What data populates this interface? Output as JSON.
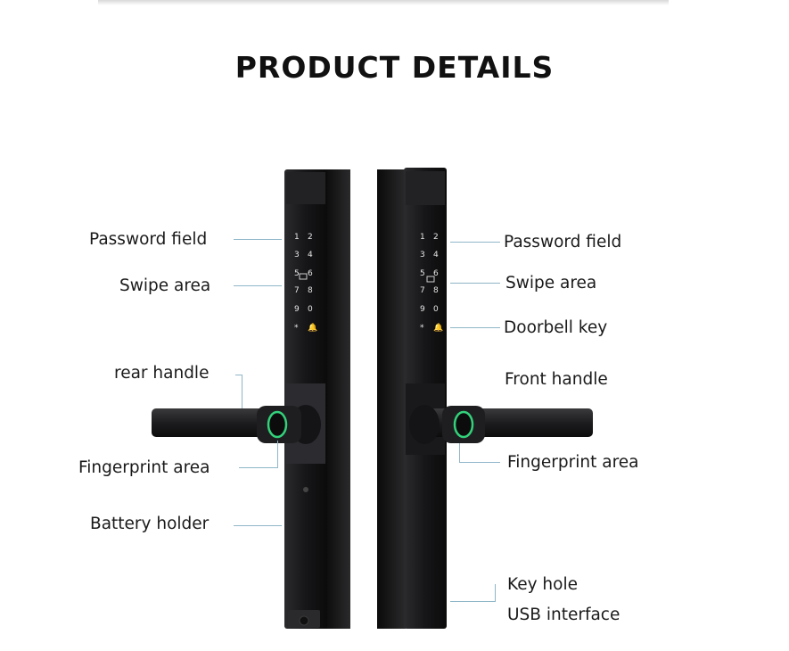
{
  "title": "PRODUCT DETAILS",
  "left_labels": {
    "password": "Password field",
    "swipe": "Swipe area",
    "rear_handle": "rear handle",
    "fingerprint": "Fingerprint area",
    "battery": "Battery holder"
  },
  "right_labels": {
    "password": "Password field",
    "swipe": "Swipe area",
    "doorbell": "Doorbell key",
    "front_handle": "Front handle",
    "fingerprint": "Fingerprint area",
    "keyhole": "Key hole",
    "usb": "USB interface"
  },
  "keypad": {
    "rows": [
      [
        "1",
        "2"
      ],
      [
        "3",
        "4"
      ],
      [
        "5",
        "6"
      ],
      [
        "7",
        "8"
      ],
      [
        "9",
        "0"
      ],
      [
        "*",
        "🔔"
      ]
    ]
  },
  "colors": {
    "lock_body": "#1c1c1e",
    "fingerprint_ring": "#33d17a",
    "leader_line": "#8fb6c8"
  }
}
